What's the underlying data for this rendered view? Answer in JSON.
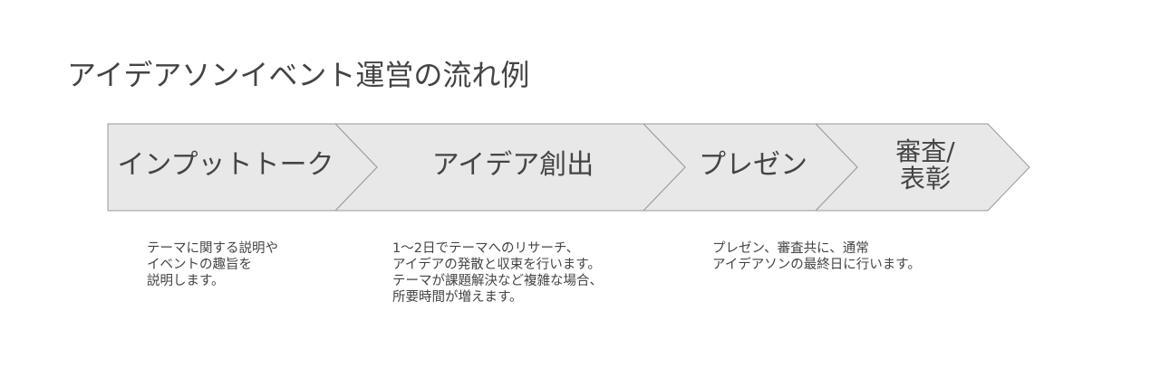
{
  "page": {
    "title": "アイデアソンイベント運営の流れ例"
  },
  "stages": [
    {
      "label": "インプットトーク"
    },
    {
      "label": "アイデア創出"
    },
    {
      "label": "プレゼン"
    },
    {
      "label": "審査/\n表彰"
    }
  ],
  "descriptions": [
    "テーマに関する説明や\nイベントの趣旨を\n説明します。",
    "1〜2日でテーマへのリサーチ、\nアイデアの発散と収束を行います。\nテーマが課題解決など複雑な場合、\n所要時間が増えます。",
    "プレゼン、審査共に、通常\nアイデアソンの最終日に行います。"
  ],
  "colors": {
    "shape_fill": "#e8e8e8",
    "shape_stroke": "#999999",
    "text": "#444444"
  }
}
